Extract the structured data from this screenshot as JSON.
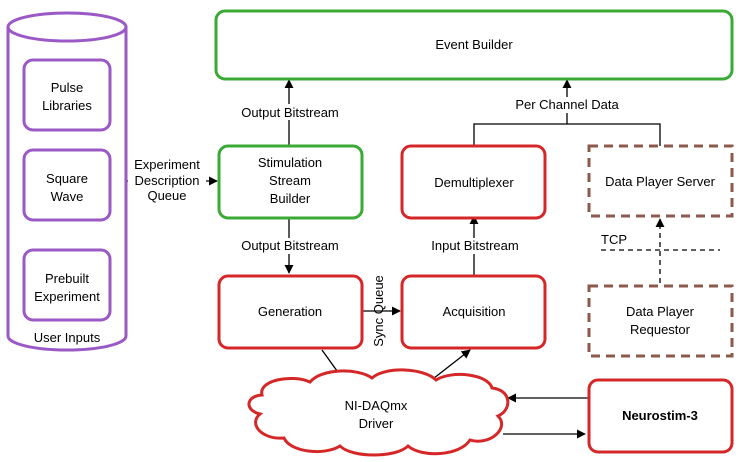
{
  "nodes": {
    "event_builder": "Event Builder",
    "stim_builder": [
      "Stimulation",
      "Stream",
      "Builder"
    ],
    "demux": "Demultiplexer",
    "dp_server": "Data Player Server",
    "generation": "Generation",
    "acquisition": "Acquisition",
    "dp_requestor": [
      "Data Player",
      "Requestor"
    ],
    "driver": [
      "NI-DAQmx",
      "Driver"
    ],
    "neurostim": "Neurostim-3",
    "user_inputs": {
      "caption": "User Inputs",
      "pulse": [
        "Pulse",
        "Libraries"
      ],
      "square": [
        "Square",
        "Wave"
      ],
      "prebuilt": [
        "Prebuilt",
        "Experiment"
      ]
    }
  },
  "edge_labels": {
    "out_bitstream_top": "Output Bitstream",
    "out_bitstream_mid": "Output Bitstream",
    "per_channel": "Per Channel Data",
    "exp_queue": [
      "Experiment",
      "Description",
      "Queue"
    ],
    "input_bitstream": "Input Bitstream",
    "sync_queue": "Sync Queue",
    "tcp": "TCP"
  },
  "colors": {
    "green": "#3aaa35",
    "red": "#d62728",
    "purple": "#9b59c6",
    "brown": "#8c5a4a"
  }
}
